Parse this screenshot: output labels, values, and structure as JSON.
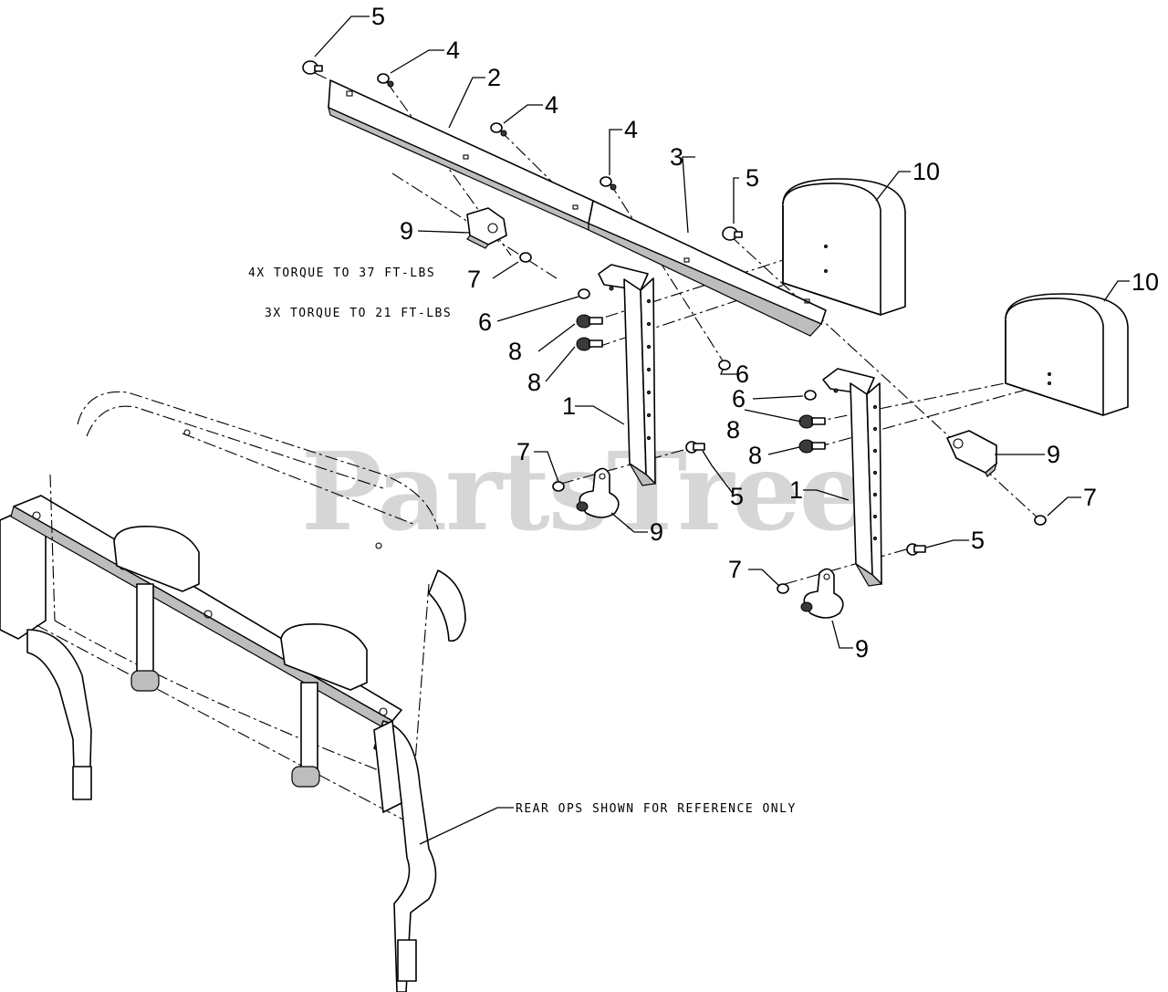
{
  "watermark": "PartsTree",
  "notes": {
    "torque_4x": "4X TORQUE TO 37 FT-LBS",
    "torque_3x": "3X TORQUE TO 21 FT-LBS",
    "reference": "REAR OPS SHOWN FOR REFERENCE ONLY"
  },
  "callouts": [
    {
      "id": "c5a",
      "label": "5"
    },
    {
      "id": "c4a",
      "label": "4"
    },
    {
      "id": "c2",
      "label": "2"
    },
    {
      "id": "c4b",
      "label": "4"
    },
    {
      "id": "c4c",
      "label": "4"
    },
    {
      "id": "c3",
      "label": "3"
    },
    {
      "id": "c5b",
      "label": "5"
    },
    {
      "id": "c10a",
      "label": "10"
    },
    {
      "id": "c10b",
      "label": "10"
    },
    {
      "id": "c9a",
      "label": "9"
    },
    {
      "id": "c7a",
      "label": "7"
    },
    {
      "id": "c6a",
      "label": "6"
    },
    {
      "id": "c8a",
      "label": "8"
    },
    {
      "id": "c8b",
      "label": "8"
    },
    {
      "id": "c6b",
      "label": "6"
    },
    {
      "id": "c1a",
      "label": "1"
    },
    {
      "id": "c6c",
      "label": "6"
    },
    {
      "id": "c8c",
      "label": "8"
    },
    {
      "id": "c8d",
      "label": "8"
    },
    {
      "id": "c9b",
      "label": "9"
    },
    {
      "id": "c7b",
      "label": "7"
    },
    {
      "id": "c5c",
      "label": "5"
    },
    {
      "id": "c9c",
      "label": "9"
    },
    {
      "id": "c1b",
      "label": "1"
    },
    {
      "id": "c7c",
      "label": "7"
    },
    {
      "id": "c5d",
      "label": "5"
    },
    {
      "id": "c7d",
      "label": "7"
    },
    {
      "id": "c9d",
      "label": "9"
    }
  ]
}
